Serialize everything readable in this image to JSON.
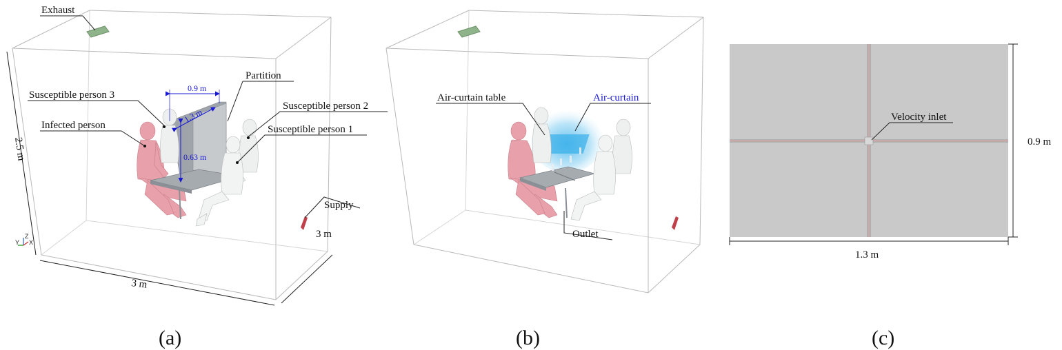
{
  "panel_a": {
    "caption": "(a)",
    "labels": {
      "exhaust": "Exhaust",
      "partition": "Partition",
      "susceptible_3": "Susceptible person 3",
      "susceptible_2": "Susceptible person 2",
      "susceptible_1": "Susceptible person 1",
      "infected": "Infected person",
      "supply": "Supply"
    },
    "dimensions": {
      "room_height": "2.5 m",
      "room_width": "3 m",
      "room_depth": "3 m",
      "partition_width": "0.9 m",
      "partition_length": "1.3 m",
      "partition_height": "0.63 m"
    },
    "axes": {
      "z": "Z",
      "y": "Y",
      "x": "X"
    }
  },
  "panel_b": {
    "caption": "(b)",
    "labels": {
      "air_curtain_table_main": "Air-curtain",
      "air_curtain_table_small": " table",
      "air_curtain": "Air-curtain",
      "outlet": "Outlet"
    }
  },
  "panel_c": {
    "caption": "(c)",
    "labels": {
      "velocity_inlet": "Velocity inlet",
      "width": "1.3 m",
      "height": "0.9 m"
    }
  },
  "colors": {
    "exhaust": "#8fb38a",
    "supply": "#c0404a",
    "infected": "#e8a0aa",
    "susceptible": "#e8ecea",
    "table": "#9aa0a6",
    "air_curtain": "#6ac8ef",
    "dimension": "#1a1ad0",
    "table_top_view": "#c9c9c9"
  }
}
